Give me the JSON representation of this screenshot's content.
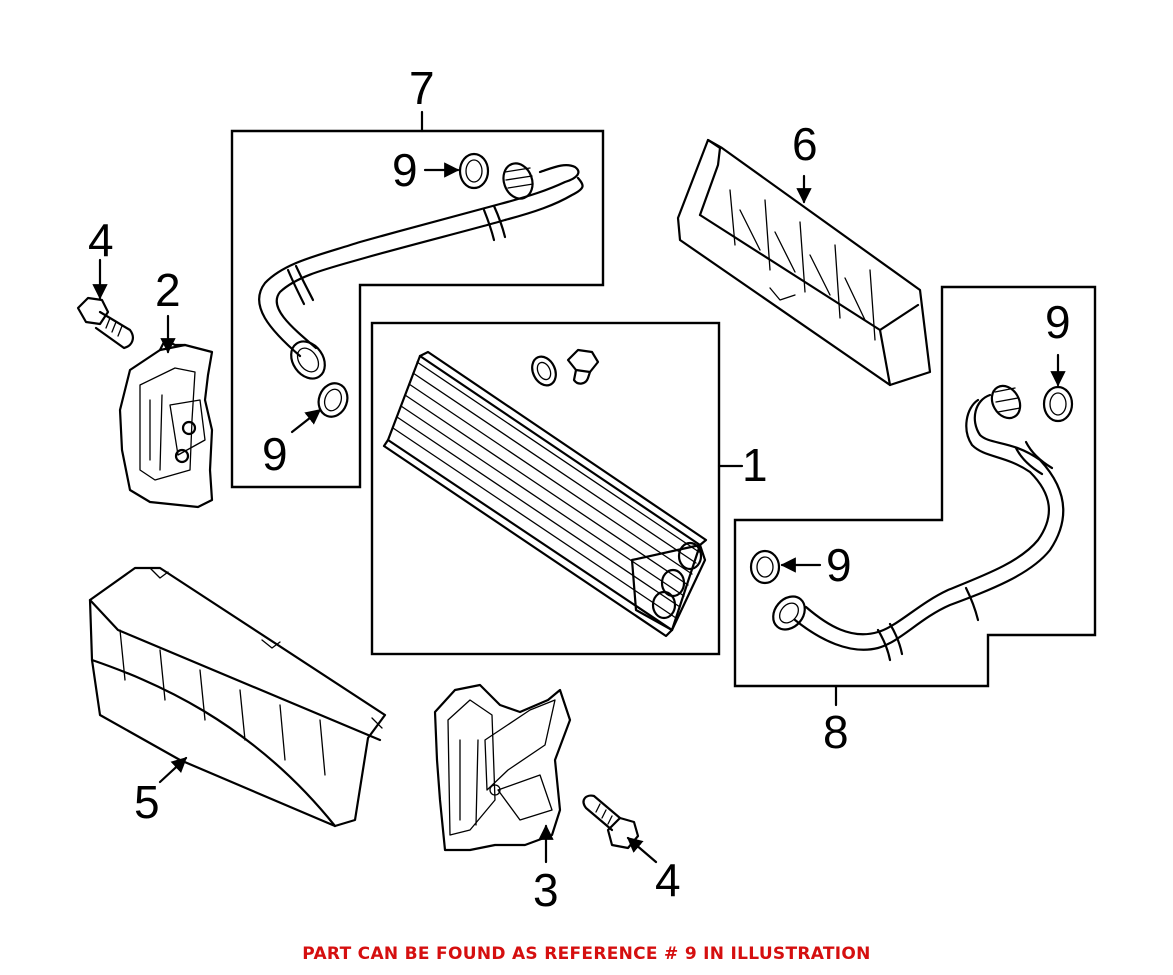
{
  "callouts": {
    "part_1": "1",
    "part_2": "2",
    "part_3": "3",
    "part_4_upper": "4",
    "part_4_lower": "4",
    "part_5": "5",
    "part_6": "6",
    "part_7": "7",
    "part_8": "8",
    "part_9_top": "9",
    "part_9_left": "9",
    "part_9_right_top": "9",
    "part_9_right_mid": "9"
  },
  "footer": {
    "note": "PART CAN BE FOUND AS REFERENCE # 9 IN ILLUSTRATION"
  },
  "colors": {
    "note_red": "#d50f0f",
    "line_black": "#000000",
    "background": "#ffffff"
  }
}
